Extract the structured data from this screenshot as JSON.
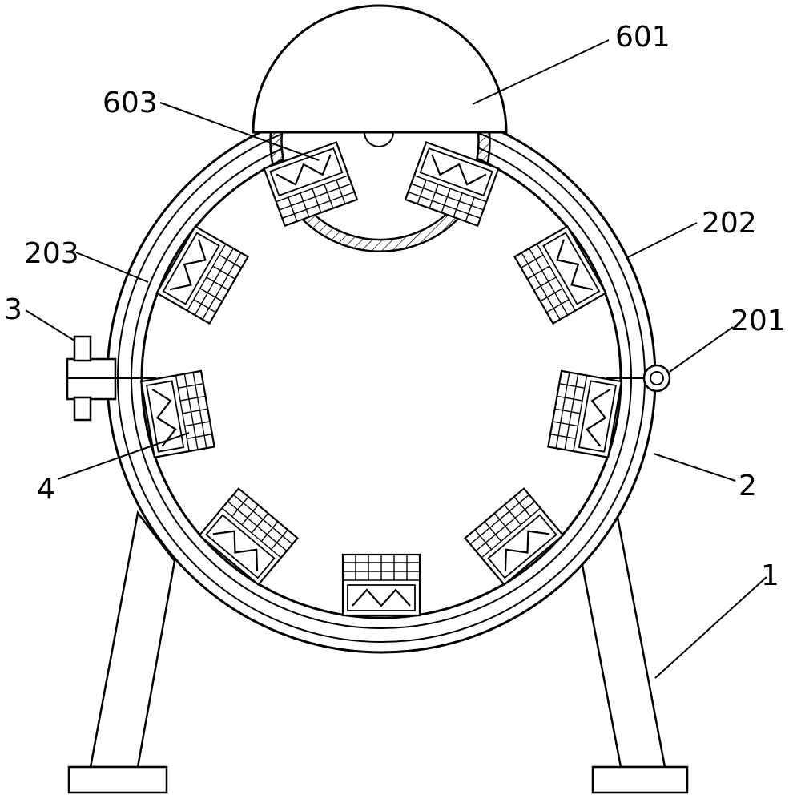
{
  "diagram": {
    "labels": {
      "l601": "601",
      "l603": "603",
      "l202": "202",
      "l203": "203",
      "l201": "201",
      "l3": "3",
      "l4": "4",
      "l2": "2",
      "l1": "1"
    },
    "colors": {
      "stroke": "#000000",
      "background": "#ffffff"
    }
  }
}
